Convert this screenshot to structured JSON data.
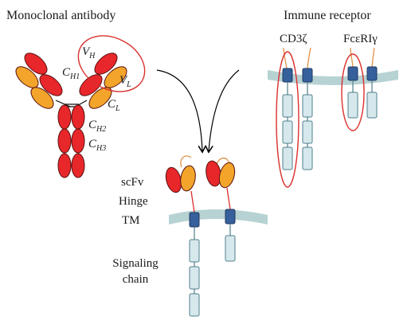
{
  "titles": {
    "antibody": "Monoclonal antibody",
    "receptor": "Immune receptor"
  },
  "antibody_labels": {
    "vh": {
      "base": "V",
      "sub": "H"
    },
    "vl": {
      "base": "V",
      "sub": "L"
    },
    "ch1": {
      "base": "C",
      "sub": "H1"
    },
    "cl": {
      "base": "C",
      "sub": "L"
    },
    "ch2": {
      "base": "C",
      "sub": "H2"
    },
    "ch3": {
      "base": "C",
      "sub": "H3"
    }
  },
  "receptor_labels": {
    "cd3": "CD3ζ",
    "fce": "FcεRIγ"
  },
  "car_labels": {
    "scfv": "scFv",
    "hinge": "Hinge",
    "tm": "TM",
    "signaling_line1": "Signaling",
    "signaling_line2": "chain"
  },
  "colors": {
    "heavy_red": "#e8272b",
    "light_orange": "#f2a52a",
    "tm_blue": "#35609b",
    "signal_fill": "#d6e8ec",
    "signal_stroke": "#4f7f8c",
    "membrane": "#b7d2d3",
    "highlight": "#d9302e",
    "outline": "#5a1010",
    "arrow": "#000000"
  }
}
